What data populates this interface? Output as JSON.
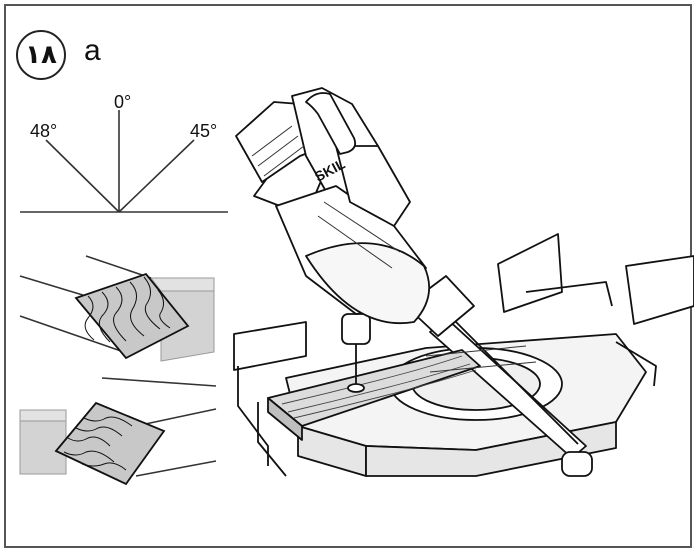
{
  "step": {
    "number": "١٨",
    "letter": "a"
  },
  "angles": {
    "center": "0°",
    "left": "48°",
    "right": "45°"
  },
  "saw": {
    "brand": "SKIL"
  }
}
